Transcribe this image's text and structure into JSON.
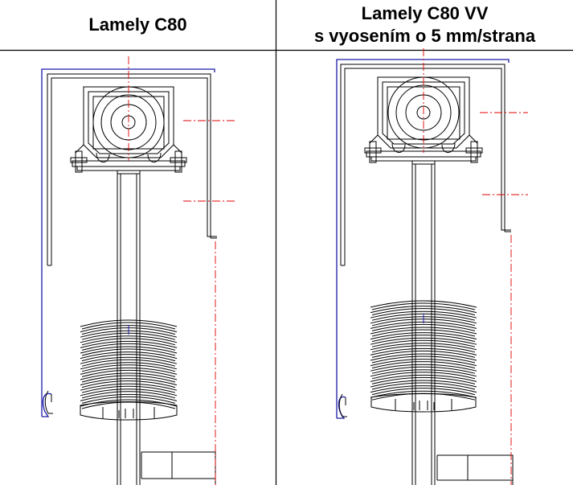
{
  "columns": [
    {
      "title_lines": [
        "Lamely C80"
      ]
    },
    {
      "title_lines": [
        "Lamely C80 VV",
        "s vyosením o 5 mm/strana"
      ]
    }
  ],
  "colors": {
    "line": "#000000",
    "centerline": "#e00000",
    "guide": "#1a1aa8"
  }
}
